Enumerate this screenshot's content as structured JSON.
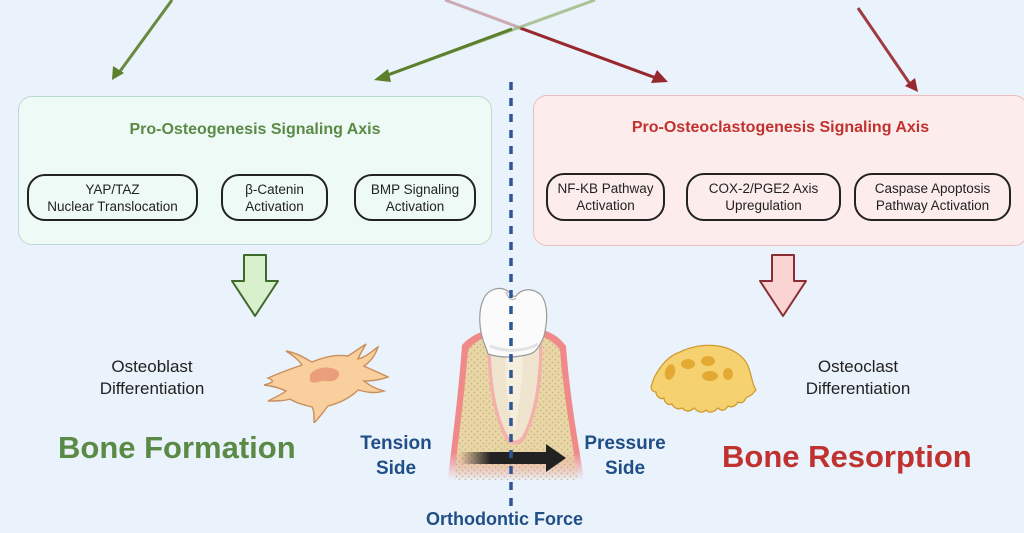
{
  "colors": {
    "background": "#eaf2fb",
    "osteogenesis_green": "#5a8a45",
    "osteoclastogenesis_red": "#c0322f",
    "side_label_blue": "#1f4f86",
    "arrow_green": "#5b7f2a",
    "arrow_red": "#97282e"
  },
  "left_panel": {
    "title": "Pro-Osteogenesis Signaling Axis",
    "pills": [
      {
        "label": "YAP/TAZ\nNuclear Translocation"
      },
      {
        "label": "β-Catenin\nActivation"
      },
      {
        "label": "BMP Signaling\nActivation"
      }
    ]
  },
  "right_panel": {
    "title": "Pro-Osteoclastogenesis Signaling Axis",
    "pills": [
      {
        "label": "NF-KB Pathway\nActivation"
      },
      {
        "label": "COX-2/PGE2 Axis\nUpregulation"
      },
      {
        "label": "Caspase Apoptosis\nPathway Activation"
      }
    ]
  },
  "left_outcome": {
    "cell_label": "Osteoblast\nDifferentiation",
    "result": "Bone Formation",
    "cell_icon": "osteoblast-cell-icon",
    "arrow_icon": "down-arrow-icon"
  },
  "right_outcome": {
    "cell_label": "Osteoclast\nDifferentiation",
    "result": "Bone Resorption",
    "cell_icon": "osteoclast-cell-icon",
    "arrow_icon": "down-arrow-icon"
  },
  "center": {
    "tension_label": "Tension\nSide",
    "pressure_label": "Pressure\nSide",
    "force_label": "Orthodontic Force",
    "tooth_icon": "tooth-icon"
  }
}
